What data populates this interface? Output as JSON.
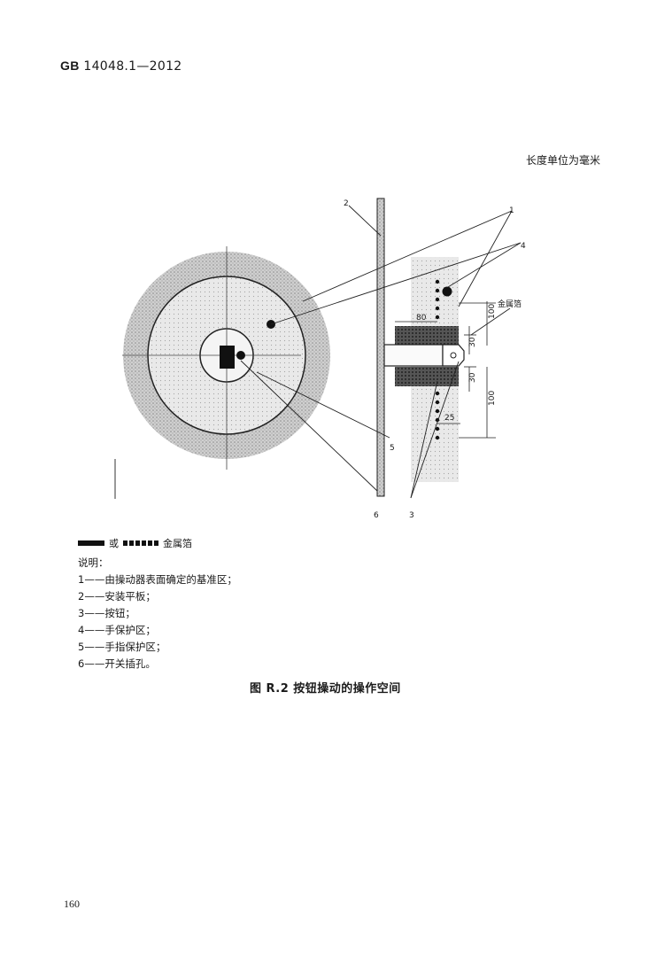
{
  "header": {
    "std_prefix": "GB",
    "std_number": "14048.1—2012"
  },
  "unit_note": "长度单位为毫米",
  "figure": {
    "callouts": {
      "c1": "1",
      "c2": "2",
      "c3": "3",
      "c4": "4",
      "c5": "5",
      "c6": "6"
    },
    "foil_label": "金属箔",
    "dims": {
      "d80": "80",
      "d100a": "100",
      "d30a": "30",
      "d30b": "30",
      "d100b": "100",
      "d25": "25"
    }
  },
  "legend": {
    "or_text": "或",
    "label": "金属箔"
  },
  "notes": {
    "title": "说明：",
    "items": [
      "1——由操动器表面确定的基准区；",
      "2——安装平板；",
      "3——按钮；",
      "4——手保护区；",
      "5——手指保护区；",
      "6——开关插孔。"
    ]
  },
  "caption": "图 R.2   按钮操动的操作空间",
  "page_number": "160"
}
